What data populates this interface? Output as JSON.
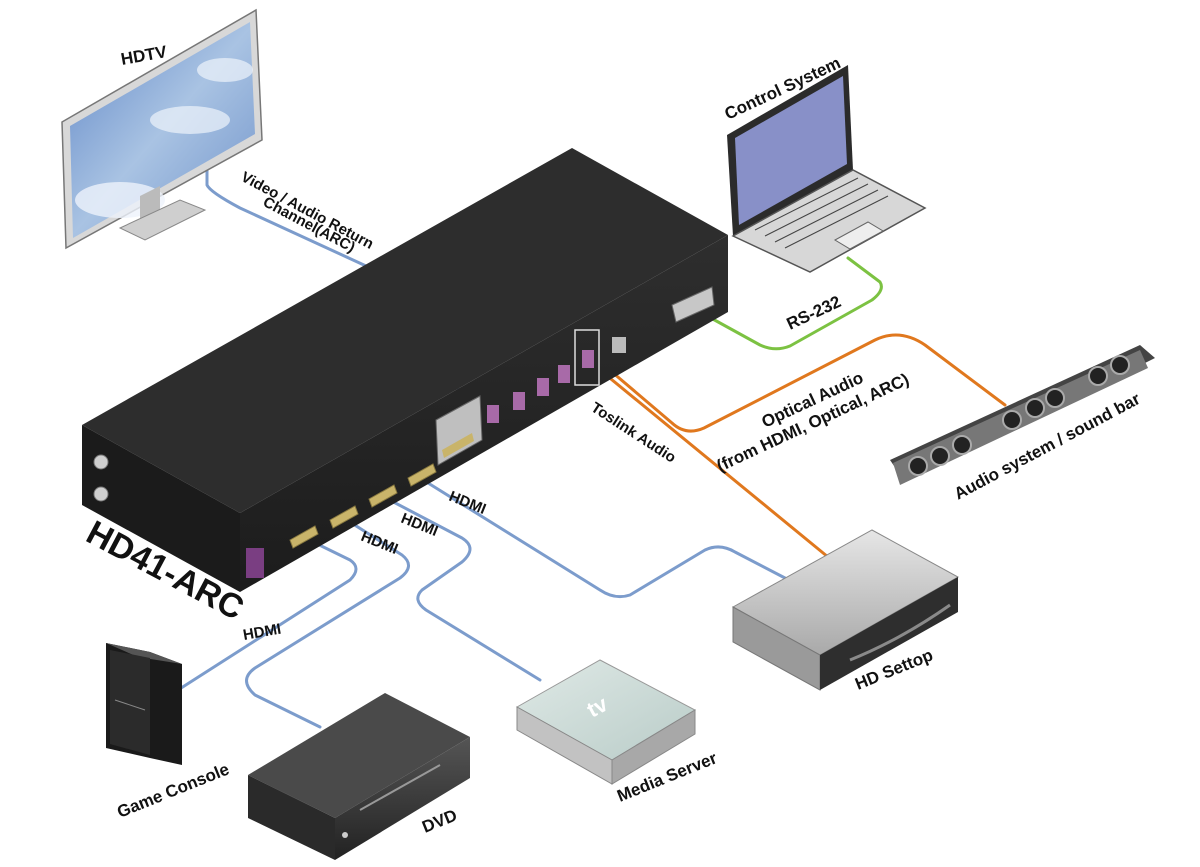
{
  "labels": {
    "hdtv": "HDTV",
    "arc_line1": "Video / Audio Return",
    "arc_line2": "Channel(ARC)",
    "control_system": "Control System",
    "rs232": "RS-232",
    "optical_line1": "Optical Audio",
    "optical_line2": "(from HDMI, Optical, ARC)",
    "audio_system": "Audio system / sound bar",
    "toslink": "Toslink Audio",
    "hdmi_1": "HDMI",
    "hdmi_2": "HDMI",
    "hdmi_3": "HDMI",
    "hdmi_4": "HDMI",
    "device_model": "HD41-ARC",
    "game_console": "Game Console",
    "dvd": "DVD",
    "media_server": "Media Server",
    "hd_settop": "HD Settop"
  },
  "colors": {
    "hdmi_cable": "#7c9ccc",
    "toslink_cable": "#e0781e",
    "optical_cable": "#e0781e",
    "rs232_cable": "#7cc242",
    "switch_body": "#2a2a2a",
    "switch_top": "#3a3a3a"
  },
  "icons": [
    "hdtv-icon",
    "laptop-icon",
    "soundbar-icon",
    "hdmi-switch-icon",
    "game-console-icon",
    "dvd-player-icon",
    "media-server-icon",
    "settop-box-icon"
  ]
}
